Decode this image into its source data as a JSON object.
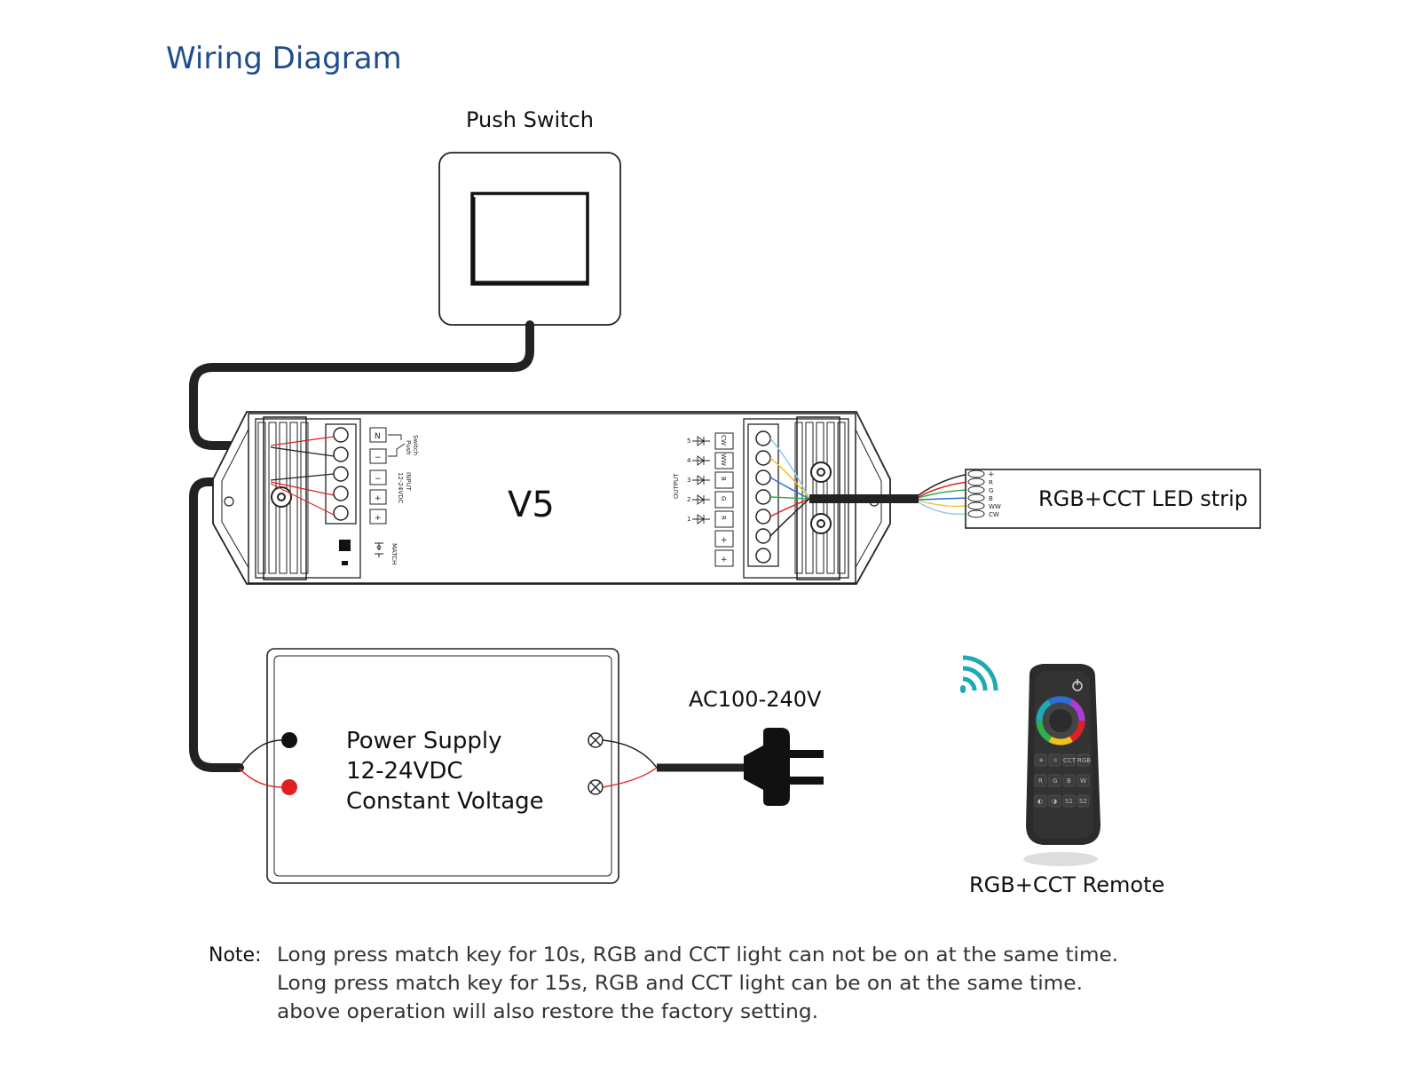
{
  "title": "Wiring Diagram",
  "push_switch": {
    "label": "Push Switch"
  },
  "controller": {
    "model": "V5",
    "input_terminals": [
      "N",
      "−",
      "−",
      "+",
      "+"
    ],
    "switch_label_1": "Switch",
    "switch_label_2": "Push",
    "input_label_1": "INPUT",
    "input_label_2": "12-24VDC",
    "match_label": "MATCH",
    "output_label": "OUTPUT",
    "output_terminals": [
      "CW",
      "WW",
      "B",
      "G",
      "R",
      "+",
      "+"
    ],
    "output_numbers": [
      "5",
      "4",
      "3",
      "2",
      "1"
    ]
  },
  "led_strip": {
    "label": "RGB+CCT LED strip",
    "pins": [
      "+",
      "R",
      "G",
      "B",
      "WW",
      "CW"
    ]
  },
  "power_supply": {
    "line1": "Power Supply",
    "line2": "12-24VDC",
    "line3": "Constant Voltage"
  },
  "ac": {
    "label": "AC100-240V"
  },
  "remote": {
    "label": "RGB+CCT Remote",
    "keys": [
      "☀",
      "☼",
      "CCT",
      "RGB",
      "R",
      "G",
      "B",
      "W",
      "◐",
      "◑",
      "S1",
      "S2"
    ]
  },
  "note": {
    "prefix": "Note:",
    "line1": "Long press match key for 10s, RGB and CCT light can not be on at the same time.",
    "line2": "Long press match key for 15s, RGB and CCT light can be on at the same time.",
    "line3": "above operation will also restore the factory setting."
  },
  "colors": {
    "title": "#1f4e8c",
    "wire_black": "#222222",
    "wire_red": "#e02020",
    "wire_green": "#2eb04a",
    "wire_blue": "#2a6fd6",
    "wire_yellow": "#f2c21b",
    "wire_cw": "#8ecae6",
    "wifi": "#1fa9b5"
  }
}
